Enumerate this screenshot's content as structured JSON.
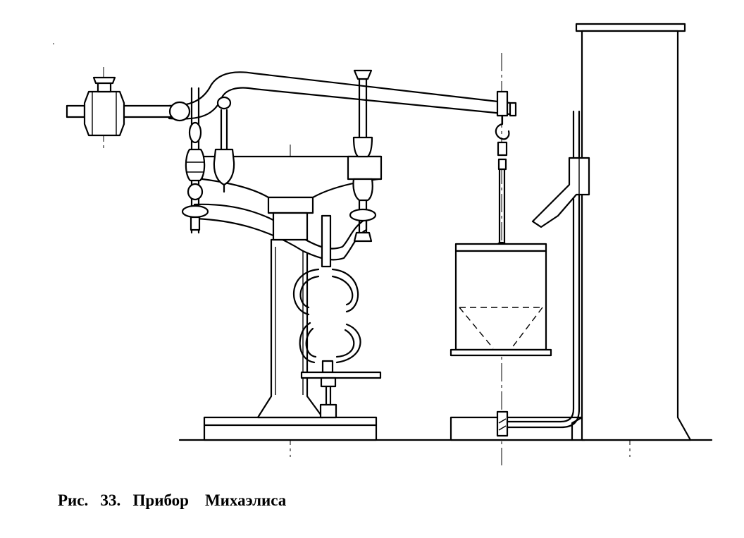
{
  "caption": {
    "label": "Рис.",
    "number": "33.",
    "title": "Прибор",
    "name": "Михаэлиса"
  }
}
